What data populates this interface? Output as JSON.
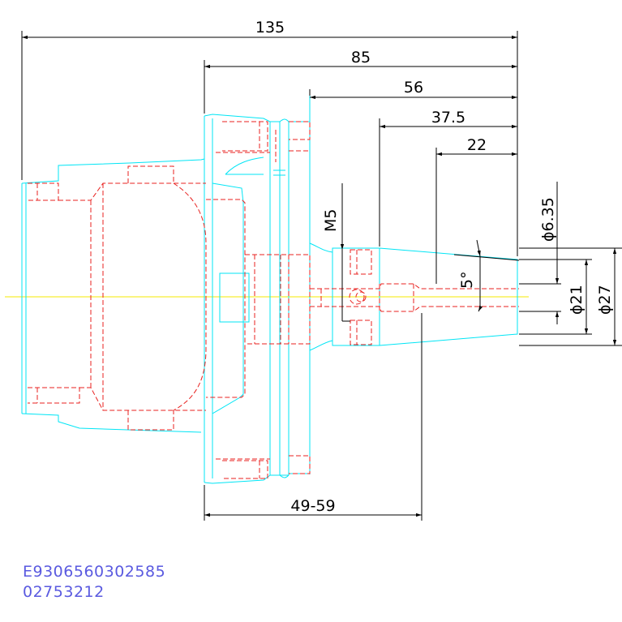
{
  "dimensions": {
    "overall_length": "135",
    "flange_to_tip": "85",
    "face_to_tip": "56",
    "taper_length": "37.5",
    "collet_nose": "22",
    "gauge_range": "49-59"
  },
  "diameters": {
    "bore": "ϕ6.35",
    "nose": "ϕ21",
    "body": "ϕ27"
  },
  "thread": "M5",
  "angle": "5°",
  "codes": {
    "line1": "E9306560302585",
    "line2": "02753212"
  },
  "colors": {
    "outline": "#00e5f5",
    "hidden": "#e8211f",
    "centerline": "#f5ea00",
    "dimension": "#000000",
    "code_text": "#5a5ae0"
  }
}
